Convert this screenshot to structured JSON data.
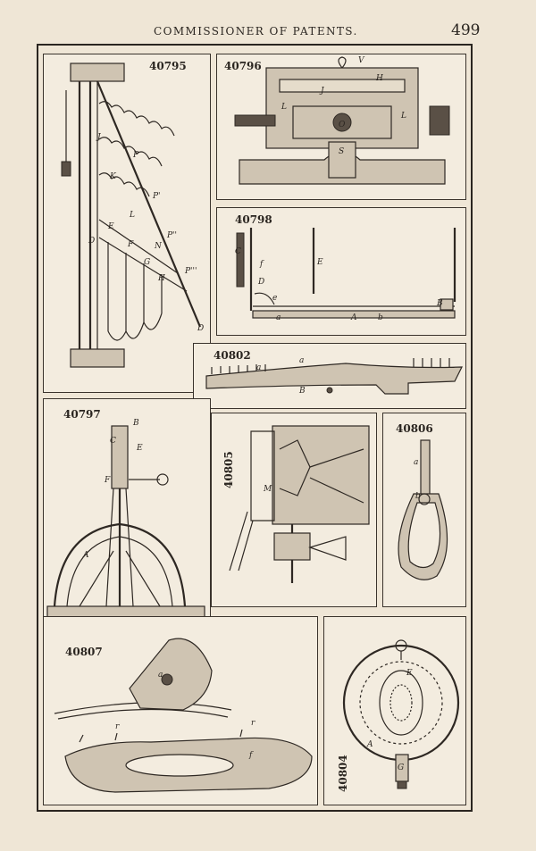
{
  "header": {
    "running_title": "COMMISSIONER OF PATENTS.",
    "page_number": "499"
  },
  "figures": [
    {
      "id": "p40795",
      "number": "40795",
      "labels": [
        "J",
        "P",
        "K",
        "P'",
        "L",
        "P''",
        "E",
        "F",
        "N",
        "G",
        "H",
        "P'''",
        "D",
        "D"
      ]
    },
    {
      "id": "p40796",
      "number": "40796",
      "labels": [
        "V",
        "H",
        "J",
        "L",
        "L",
        "O",
        "S"
      ]
    },
    {
      "id": "p40798",
      "number": "40798",
      "labels": [
        "C",
        "f",
        "E",
        "D",
        "e",
        "B",
        "a",
        "A",
        "b"
      ]
    },
    {
      "id": "p40802",
      "number": "40802",
      "labels": [
        "a",
        "a",
        "B"
      ]
    },
    {
      "id": "p40797",
      "number": "40797",
      "labels": [
        "B",
        "C",
        "E",
        "F",
        "A"
      ]
    },
    {
      "id": "p40805",
      "number": "40805",
      "labels": [
        "M"
      ]
    },
    {
      "id": "p40806",
      "number": "40806",
      "labels": [
        "a",
        "b"
      ]
    },
    {
      "id": "p40807",
      "number": "40807",
      "labels": [
        "a",
        "r",
        "r",
        "f"
      ]
    },
    {
      "id": "p40804",
      "number": "40804",
      "labels": [
        "E",
        "A",
        "G"
      ]
    }
  ]
}
